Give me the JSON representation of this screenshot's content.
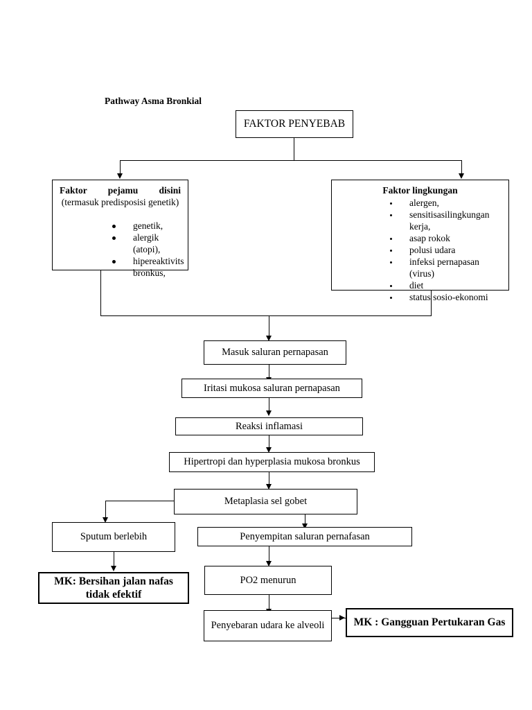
{
  "title": "Pathway Asma Bronkial",
  "nodes": {
    "faktor_penyebab": "FAKTOR PENYEBAB",
    "masuk_saluran": "Masuk saluran pernapasan",
    "iritasi_mukosa": "Iritasi mukosa saluran pernapasan",
    "reaksi_inflamasi": "Reaksi inflamasi",
    "hipertropi": "Hipertropi dan hyperplasia mukosa bronkus",
    "metaplasia": "Metaplasia sel gobet",
    "sputum": "Sputum berlebih",
    "penyempitan": "Penyempitan saluran pernafasan",
    "po2": "PO2 menurun",
    "penyebaran": "Penyebaran udara ke alveoli",
    "mk_bersihan": "MK: Bersihan jalan nafas tidak efektif",
    "mk_gangguan": "MK : Gangguan Pertukaran Gas"
  },
  "faktor_pejamu": {
    "title": "Faktor pejamu disini",
    "subtitle": "(termasuk predisposisi genetik)",
    "items": [
      "genetik,",
      "alergik (atopi),",
      "hipereaktivits bronkus,"
    ]
  },
  "faktor_lingkungan": {
    "title": "Faktor lingkungan",
    "items": [
      "alergen,",
      "sensitisasi lingkungan kerja,",
      "asap rokok",
      "polusi udara",
      "infeksi pernapasan (virus)",
      "diet",
      "status sosio-ekonomi"
    ],
    "item2_head": "sensitisasi",
    "item2_mid": "lingkungan",
    "item2_tail": "kerja,"
  },
  "colors": {
    "ink": "#000000",
    "paper": "#ffffff"
  }
}
